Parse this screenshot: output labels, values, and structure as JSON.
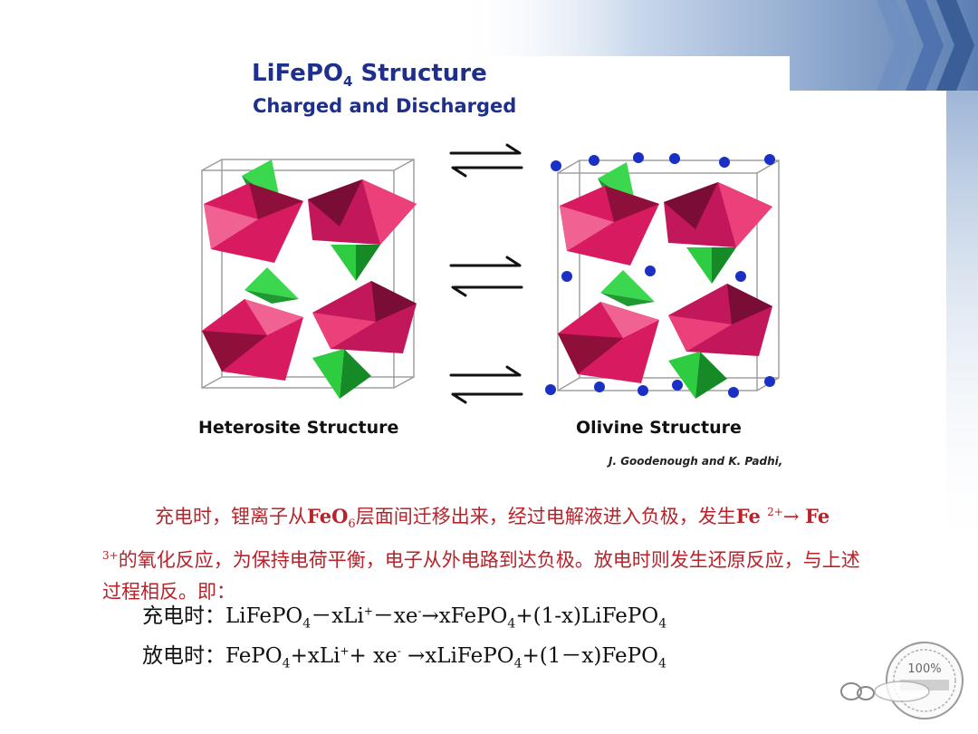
{
  "header": {
    "title_main": "LiFePO",
    "title_sub": "4",
    "title_rest": " Structure",
    "subtitle": "Charged and Discharged"
  },
  "figure": {
    "left_caption": "Heterosite Structure",
    "right_caption": "Olivine Structure",
    "credit": "J. Goodenough and K. Padhi,",
    "colors": {
      "octahedron": "#d81b60",
      "octahedron_dark": "#8e0f3a",
      "tetrahedron": "#2ecc40",
      "tetrahedron_dark": "#168a26",
      "atom": "#1a2fc4"
    }
  },
  "paragraph": {
    "p1": "充电时，锂离子从",
    "feo": "FeO",
    "feo_sub": "6",
    "p2": "层面间迁移出来，经过电解液进入负极，发生",
    "fe1": "Fe ",
    "fe1_sup": "2+",
    "arrow": "→ ",
    "fe2": "Fe ",
    "fe2_sup": "3+",
    "p3": "的氧化反应，为保持电荷平衡，电子从外电路到达负极。放电时则发生还原反应，与上述过程相反。即："
  },
  "equations": {
    "charge_label": "充电时：",
    "c1": "LiFePO",
    "c1s": "4",
    "c2": "－xLi",
    "c2p": "+",
    "c3": "－xe",
    "c3p": "-",
    "c4": "→xFePO",
    "c4s": "4",
    "c5": "+(1-x)LiFePO",
    "c5s": "4",
    "discharge_label": "放电时：",
    "d1": "FePO",
    "d1s": "4",
    "d2": "+xLi",
    "d2p": "+",
    "d3": "+ xe",
    "d3p": "-",
    "d4": " →xLiFePO",
    "d4s": "4",
    "d5": "+(1－x)FePO",
    "d5s": "4"
  },
  "stamp": {
    "text": "100%"
  }
}
